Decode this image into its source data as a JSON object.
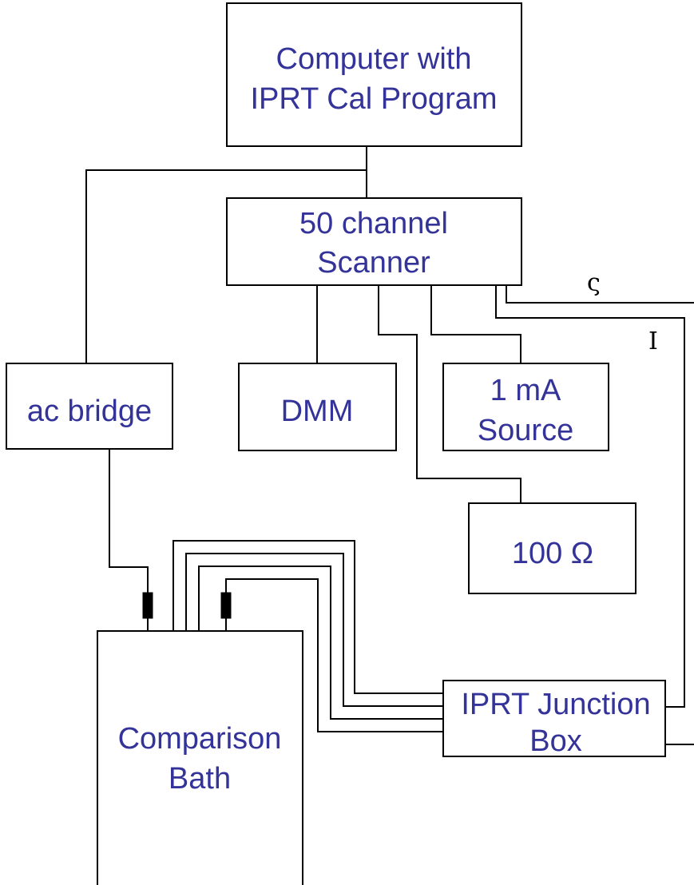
{
  "colors": {
    "label": "#333399",
    "line": "#000000",
    "background": "#ffffff"
  },
  "boxes": {
    "computer": {
      "line1": "Computer with",
      "line2": "IPRT Cal Program"
    },
    "scanner": {
      "line1": "50 channel",
      "line2": "Scanner"
    },
    "ac_bridge": {
      "line1": "ac bridge"
    },
    "dmm": {
      "line1": "DMM"
    },
    "source": {
      "line1": "1 mA",
      "line2": "Source"
    },
    "resistor": {
      "line1": "100 Ω"
    },
    "junction_box": {
      "line1": "IPRT Junction",
      "line2": "Box"
    },
    "bath": {
      "line1": "Comparison",
      "line2": "Bath"
    }
  },
  "signals": {
    "upper": "ς",
    "lower": "I"
  }
}
